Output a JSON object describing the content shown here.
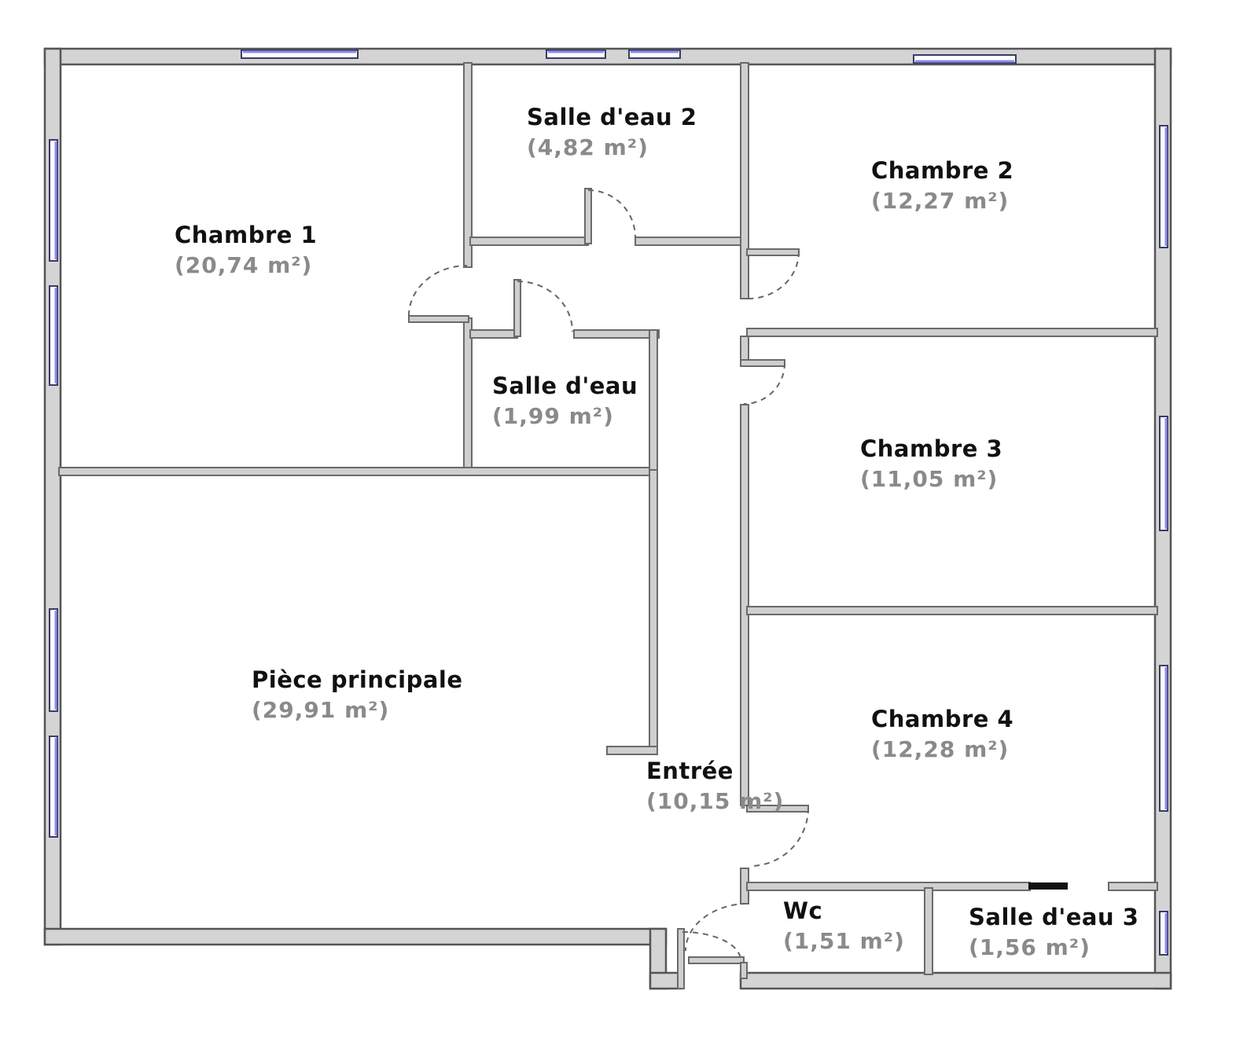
{
  "plan": {
    "type": "floor-plan",
    "area_unit": "m²",
    "colors": {
      "wall_fill": "#d4d4d4",
      "wall_stroke": "#555555",
      "window_glass": "#8c8cf0",
      "room_name": "#111111",
      "room_area": "#8a8a8a"
    },
    "rooms": [
      {
        "name": "Chambre 1",
        "area": "(20,74 m²)"
      },
      {
        "name": "Salle d'eau 2",
        "area": "(4,82 m²)"
      },
      {
        "name": "Chambre 2",
        "area": "(12,27 m²)"
      },
      {
        "name": "Salle d'eau",
        "area": "(1,99 m²)"
      },
      {
        "name": "Chambre 3",
        "area": "(11,05 m²)"
      },
      {
        "name": "Pièce principale",
        "area": "(29,91 m²)"
      },
      {
        "name": "Chambre 4",
        "area": "(12,28 m²)"
      },
      {
        "name": "Entrée",
        "area": "(10,15 m²)"
      },
      {
        "name": "Wc",
        "area": "(1,51 m²)"
      },
      {
        "name": "Salle d'eau 3",
        "area": "(1,56 m²)"
      }
    ]
  }
}
